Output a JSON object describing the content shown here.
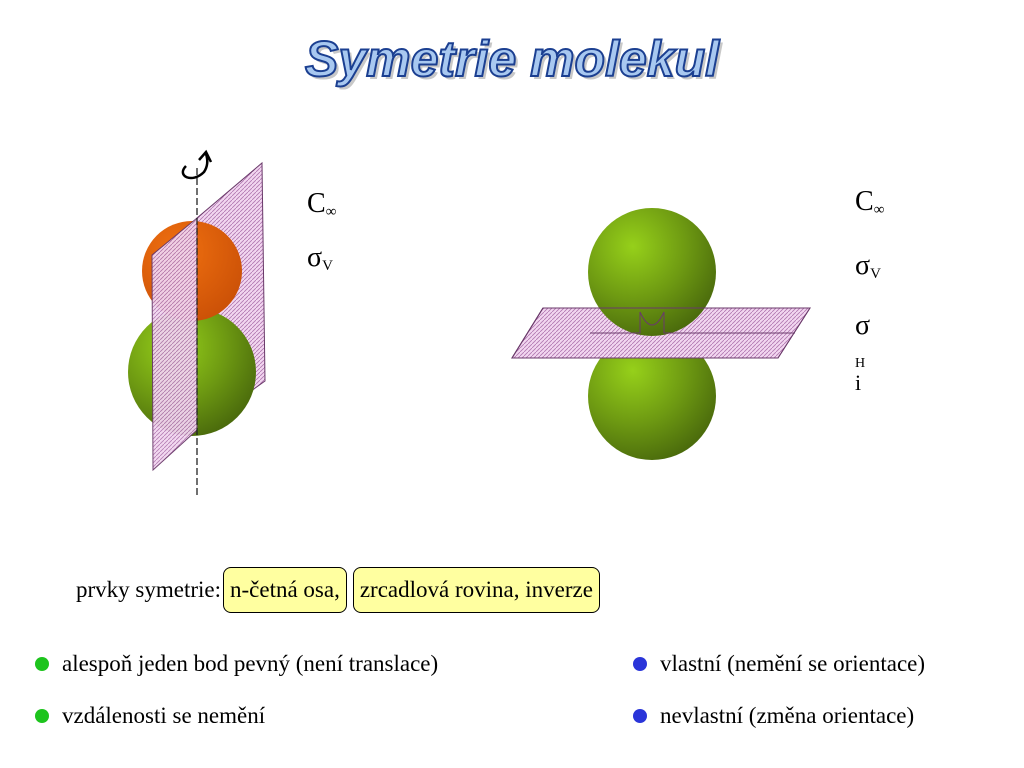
{
  "slide": {
    "title": "Symetrie molekul"
  },
  "left_symmetry": {
    "c_main": "C",
    "c_sub": "∞",
    "sigma_main": "σ",
    "sigma_sub": "V"
  },
  "right_symmetry": {
    "c_main": "C",
    "c_sub": "∞",
    "sigmav_main": "σ",
    "sigmav_sub": "V",
    "sigmah_main": "σ",
    "sigmah_sub": "H",
    "inversion": "i"
  },
  "elements": {
    "label": "prvky symetrie:",
    "box1": "n-četná osa,",
    "box2": "zrcadlová rovina,  inverze"
  },
  "bullets_left": [
    {
      "text": "alespoň jeden bod pevný (není translace)",
      "color": "#1dc41d"
    },
    {
      "text": "vzdálenosti se nemění",
      "color": "#1dc41d"
    }
  ],
  "bullets_right": [
    {
      "text": "vlastní (nemění se orientace)",
      "color": "#2a35d9"
    },
    {
      "text": "nevlastní (změna orientace)",
      "color": "#2a35d9"
    }
  ]
}
